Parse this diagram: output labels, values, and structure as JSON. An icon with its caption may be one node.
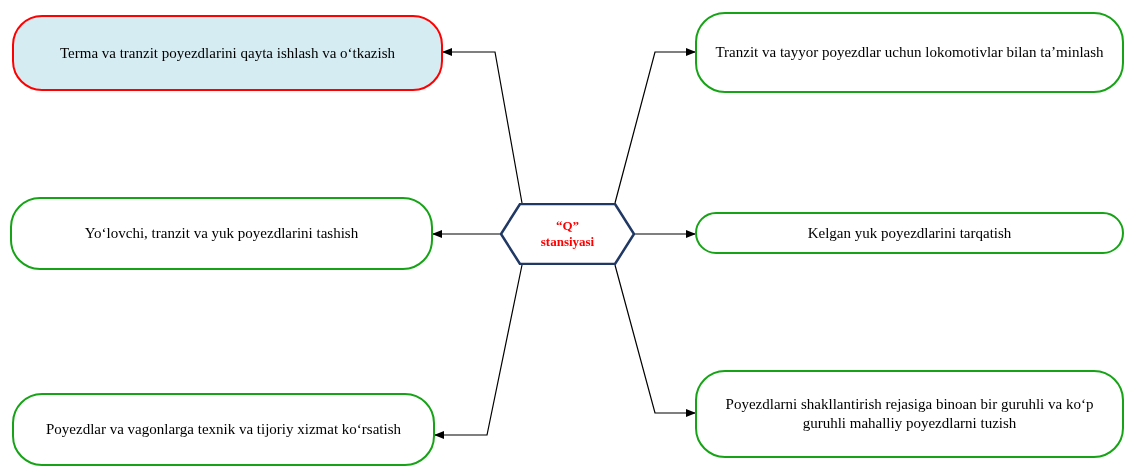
{
  "diagram": {
    "nodes": [
      {
        "text": [
          "Terma va tranzit poyezdlarini qayta ishlash va o‘tkazish"
        ]
      },
      {
        "text": [
          "Tranzit va tayyor poyezdlar uchun lokomotivlar bilan ta’minlash"
        ]
      },
      {
        "text": [
          "Yo‘lovchi, tranzit va yuk poyezdlarini tashish"
        ]
      },
      {
        "text": [
          "“Q” stansiyasi"
        ]
      },
      {
        "text": [
          "Kelgan yuk poyezdlarini tarqatish"
        ]
      },
      {
        "text": [
          "Poyezdlar va vagonlarga texnik va tijoriy xizmat ko‘rsatish"
        ]
      },
      {
        "text": [
          "Poyezdlarni shakllantirish rejasiga binoan bir guruhli va  ko‘p guruhli mahalliy poyezdlarni tuzish"
        ]
      }
    ],
    "edges": [
      {
        "from": 3,
        "to": 0,
        "arrow": "to"
      },
      {
        "from": 3,
        "to": 1,
        "arrow": "to"
      },
      {
        "from": 3,
        "to": 2,
        "arrow": "to"
      },
      {
        "from": 3,
        "to": 4,
        "arrow": "to"
      },
      {
        "from": 3,
        "to": 5,
        "arrow": "to"
      },
      {
        "from": 3,
        "to": 6,
        "arrow": "to"
      }
    ]
  }
}
